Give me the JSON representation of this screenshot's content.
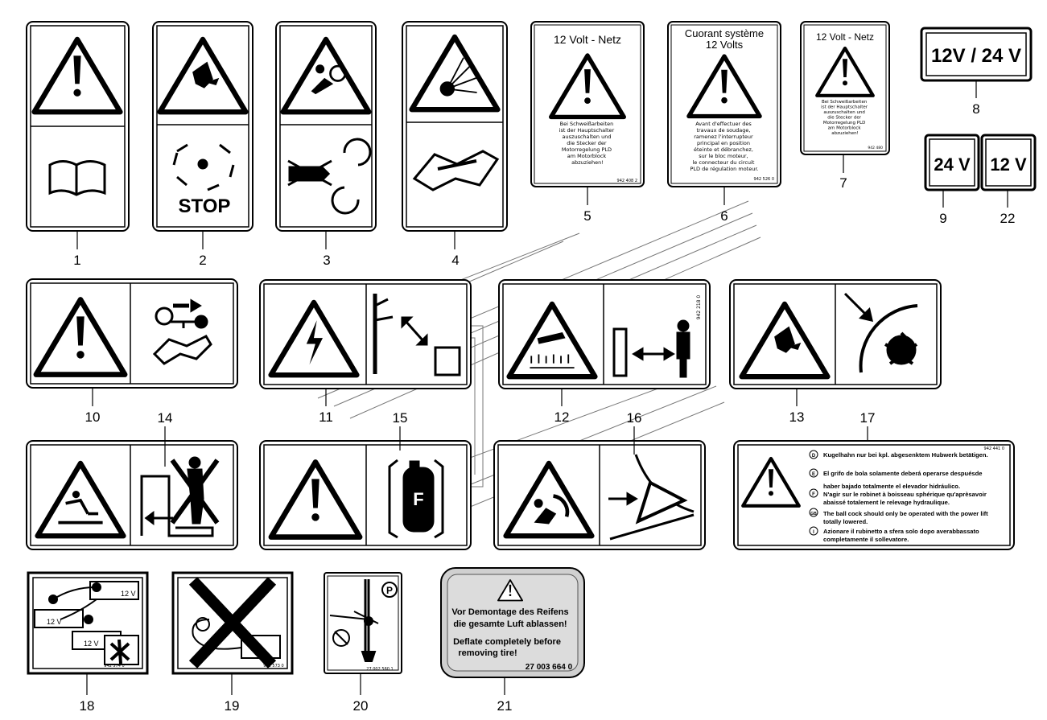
{
  "labels": {
    "l1": "1",
    "l2": "2",
    "l3": "3",
    "l4": "4",
    "l5": "5",
    "l6": "6",
    "l7": "7",
    "l8": "8",
    "l9": "9",
    "l22": "22",
    "l10": "10",
    "l11": "11",
    "l12": "12",
    "l13": "13",
    "l14": "14",
    "l15": "15",
    "l16": "16",
    "l17": "17",
    "l18": "18",
    "l19": "19",
    "l20": "20",
    "l21": "21"
  },
  "sign2": {
    "stop": "STOP"
  },
  "sign5": {
    "title": "12 Volt - Netz",
    "lines": [
      "Bei Schweißarbeiten",
      "ist der Hauptschalter",
      "auszuschalten und",
      "die Stecker der",
      "Motorregelung PLD",
      "am Motorblock",
      "abzuziehen!"
    ],
    "code": "942 408 2"
  },
  "sign6": {
    "title1": "Cuorant système",
    "title2": "12 Volts",
    "lines": [
      "Avant d'effectuer des",
      "travaux de soudage,",
      "ramenez l'interrupteur",
      "principal en position",
      "éteinte et débranchez,",
      "sur le bloc moteur,",
      "le connecteur du circuit",
      "PLD de régulation moteur."
    ],
    "code": "942 526 0"
  },
  "sign7": {
    "title": "12 Volt - Netz",
    "lines": [
      "Bei Schweißarbeiten",
      "ist der Hauptschalter",
      "auszuschalten und",
      "die Stecker der",
      "Motorregelung PLD",
      "am Motorblock",
      "abzuziehen!"
    ],
    "code": "942 480"
  },
  "sign8": {
    "text": "12V / 24 V"
  },
  "sign9": {
    "text": "24 V"
  },
  "sign22": {
    "text": "12 V"
  },
  "sign12": {
    "code": "942 218 0"
  },
  "sign15": {
    "letter": "F"
  },
  "sign17": {
    "code": "942 441 0",
    "rows": [
      {
        "badge": "D",
        "text": "Kugelhahn nur bei kpl. abgesenktem Hubwerk betätigen."
      },
      {
        "badge": "E",
        "text": "El grifo de bola solamente deberá operarse despuésde"
      },
      {
        "badge": "",
        "text": "haber bajado totalmente el elevador hidráulico."
      },
      {
        "badge": "F",
        "text": "N'agir sur le robinet à boisseau sphérique qu'aprèsavoir"
      },
      {
        "badge": "",
        "text": "abaissé totalement le relevage hydraulique."
      },
      {
        "badge": "GB",
        "text": "The ball cock should only be operated with the power lift"
      },
      {
        "badge": "",
        "text": "totally lowered."
      },
      {
        "badge": "I",
        "text": "Azionare il rubinetto a sfera solo dopo averabbassato"
      },
      {
        "badge": "",
        "text": "completamente il sollevatore."
      }
    ]
  },
  "sign18": {
    "bat1": "12 V",
    "bat2": "12 V",
    "bat3": "12 V",
    "code": "942 574 0"
  },
  "sign19": {
    "code": "942 573 0"
  },
  "sign20": {
    "badge": "P",
    "code": "27 002 560 1"
  },
  "sign21": {
    "de1": "Vor Demontage des Reifens",
    "de2": "die gesamte Luft ablassen!",
    "en1": "Deflate completely before",
    "en2": "removing tire!",
    "code": "27 003 664 0"
  }
}
